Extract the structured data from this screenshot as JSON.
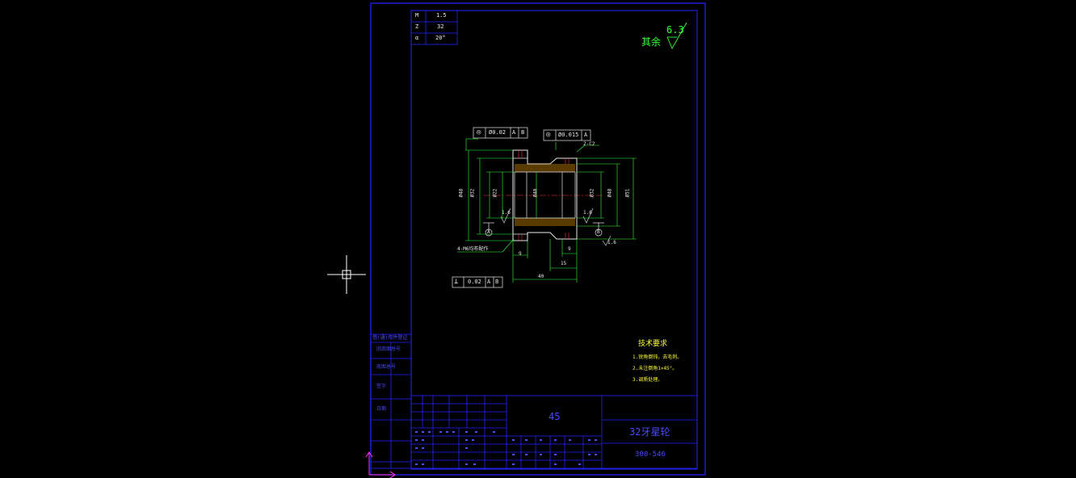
{
  "gear_table": {
    "rows": [
      {
        "symbol": "M",
        "value": "1.5"
      },
      {
        "symbol": "Z",
        "value": "32"
      },
      {
        "symbol": "α",
        "value": "20°"
      }
    ]
  },
  "roughness_note": {
    "prefix": "其余",
    "value": "6.3"
  },
  "tolerances": {
    "fcf_top_left": {
      "symbol": "◎",
      "value": "Ø0.02",
      "datums": [
        "A",
        "B"
      ]
    },
    "fcf_top_right": {
      "symbol": "◎",
      "value": "Ø0.015",
      "datums": [
        "A"
      ]
    },
    "fcf_bottom": {
      "symbol": "⊥",
      "value": "0.02",
      "datums": [
        "A",
        "B"
      ]
    }
  },
  "drawing_labels": {
    "chamfer": "2-C2",
    "thread_note": "4-M6均布配作",
    "dim_9_left": "9",
    "dim_9_right": "9",
    "dim_15": "15",
    "dim_40": "40",
    "roughness_left": "1.6",
    "roughness_right": "1.6",
    "roughness_low": "1.6",
    "datum_a": "A",
    "datum_b": "B",
    "dia_left_outer": "Ø48",
    "dia_left_mid": "Ø32",
    "dia_left_inner": "Ø22",
    "dia_center": "Ø40",
    "dia_right_inner": "Ø32",
    "dia_right_mid": "Ø48",
    "dia_right_outer": "Ø51"
  },
  "tech_requirements": {
    "title": "技术要求",
    "items": [
      "1.锐角倒钝，去毛刺。",
      "2.未注倒角1×45°。",
      "3.调质处理。"
    ]
  },
  "title_block": {
    "material": "45",
    "part_name": "32牙星轮",
    "drawing_no": "300-546"
  },
  "left_strip_labels": [
    "借(通)用件登记",
    "旧底图总号",
    "底图总号",
    "签字",
    "日期"
  ],
  "colors": {
    "frame": "#2323ff",
    "geometry": "#e8e8e8",
    "annotation": "#33ff33",
    "centerline": "#ff3333",
    "text_blue": "#4a4aff",
    "ucs_icon": "#ff33ff",
    "crosshair": "#ffffff",
    "background": "#000000"
  }
}
